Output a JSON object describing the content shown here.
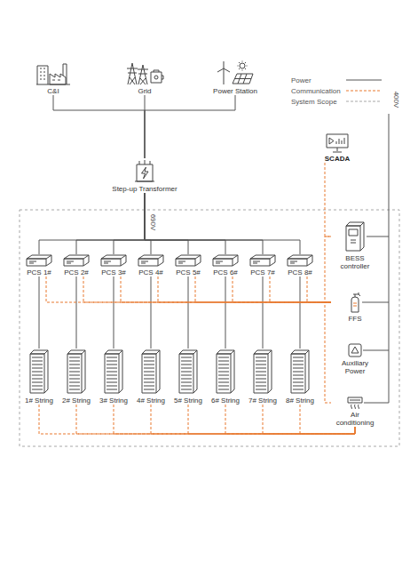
{
  "diagram": {
    "nodes": [
      {
        "text": [
          "C&I"
        ]
      },
      {
        "text": [
          "Grid"
        ]
      },
      {
        "text": [
          "Power Station"
        ]
      },
      {
        "text": [
          "Step-up Transformer"
        ]
      },
      {
        "text": [
          "SCADA"
        ]
      },
      {
        "text": [
          "PCS 1#"
        ]
      },
      {
        "text": [
          "PCS 2#"
        ]
      },
      {
        "text": [
          "PCS 3#"
        ]
      },
      {
        "text": [
          "PCS 4#"
        ]
      },
      {
        "text": [
          "PCS 5#"
        ]
      },
      {
        "text": [
          "PCS 6#"
        ]
      },
      {
        "text": [
          "PCS 7#"
        ]
      },
      {
        "text": [
          "PCS 8#"
        ]
      },
      {
        "text": [
          "BESS controller"
        ]
      },
      {
        "text": [
          "FFS"
        ]
      },
      {
        "text": [
          "1# String"
        ]
      },
      {
        "text": [
          "2# String"
        ]
      },
      {
        "text": [
          "3# String"
        ]
      },
      {
        "text": [
          "4# String"
        ]
      },
      {
        "text": [
          "5# String"
        ]
      },
      {
        "text": [
          "6# String"
        ]
      },
      {
        "text": [
          "7# String"
        ]
      },
      {
        "text": [
          "8# String"
        ]
      },
      {
        "text": [
          "Auxiliary Power"
        ]
      },
      {
        "text": [
          "Air conditioning"
        ]
      }
    ],
    "edges": [
      {
        "from": 0,
        "to": 3,
        "arrow": "none"
      },
      {
        "from": 1,
        "to": 3,
        "arrow": "none"
      },
      {
        "from": 2,
        "to": 3,
        "arrow": "none"
      },
      {
        "from": 3,
        "to": 5,
        "arrow": "none"
      },
      {
        "from": 3,
        "to": 6,
        "arrow": "none"
      },
      {
        "from": 3,
        "to": 7,
        "arrow": "none"
      },
      {
        "from": 3,
        "to": 8,
        "arrow": "none"
      },
      {
        "from": 3,
        "to": 9,
        "arrow": "none"
      },
      {
        "from": 3,
        "to": 10,
        "arrow": "none"
      },
      {
        "from": 3,
        "to": 11,
        "arrow": "none"
      },
      {
        "from": 3,
        "to": 12,
        "arrow": "none"
      },
      {
        "from": 5,
        "to": 15,
        "arrow": "none"
      },
      {
        "from": 6,
        "to": 16,
        "arrow": "none"
      },
      {
        "from": 7,
        "to": 17,
        "arrow": "none"
      },
      {
        "from": 8,
        "to": 18,
        "arrow": "none"
      },
      {
        "from": 9,
        "to": 19,
        "arrow": "none"
      },
      {
        "from": 10,
        "to": 20,
        "arrow": "none"
      },
      {
        "from": 11,
        "to": 21,
        "arrow": "none"
      },
      {
        "from": 12,
        "to": 22,
        "arrow": "none"
      },
      {
        "from": 4,
        "to": 13,
        "arrow": "none"
      },
      {
        "from": 13,
        "to": 14,
        "arrow": "none"
      },
      {
        "from": 5,
        "to": 14,
        "arrow": "none"
      },
      {
        "from": 6,
        "to": 14,
        "arrow": "none"
      },
      {
        "from": 7,
        "to": 14,
        "arrow": "none"
      },
      {
        "from": 8,
        "to": 14,
        "arrow": "none"
      },
      {
        "from": 9,
        "to": 14,
        "arrow": "none"
      },
      {
        "from": 10,
        "to": 14,
        "arrow": "none"
      },
      {
        "from": 11,
        "to": 14,
        "arrow": "none"
      },
      {
        "from": 12,
        "to": 14,
        "arrow": "none"
      },
      {
        "from": 15,
        "to": 24,
        "arrow": "none"
      },
      {
        "from": 16,
        "to": 24,
        "arrow": "none"
      },
      {
        "from": 17,
        "to": 24,
        "arrow": "none"
      },
      {
        "from": 18,
        "to": 24,
        "arrow": "none"
      },
      {
        "from": 19,
        "to": 24,
        "arrow": "none"
      },
      {
        "from": 20,
        "to": 24,
        "arrow": "none"
      },
      {
        "from": 21,
        "to": 24,
        "arrow": "none"
      },
      {
        "from": 22,
        "to": 24,
        "arrow": "none"
      },
      {
        "from": 14,
        "to": 24,
        "arrow": "none"
      }
    ],
    "labels": [
      "690V",
      "400V"
    ],
    "legend": [
      {
        "text": "Power"
      },
      {
        "text": "Communication"
      },
      {
        "text": "System Scope"
      }
    ]
  }
}
